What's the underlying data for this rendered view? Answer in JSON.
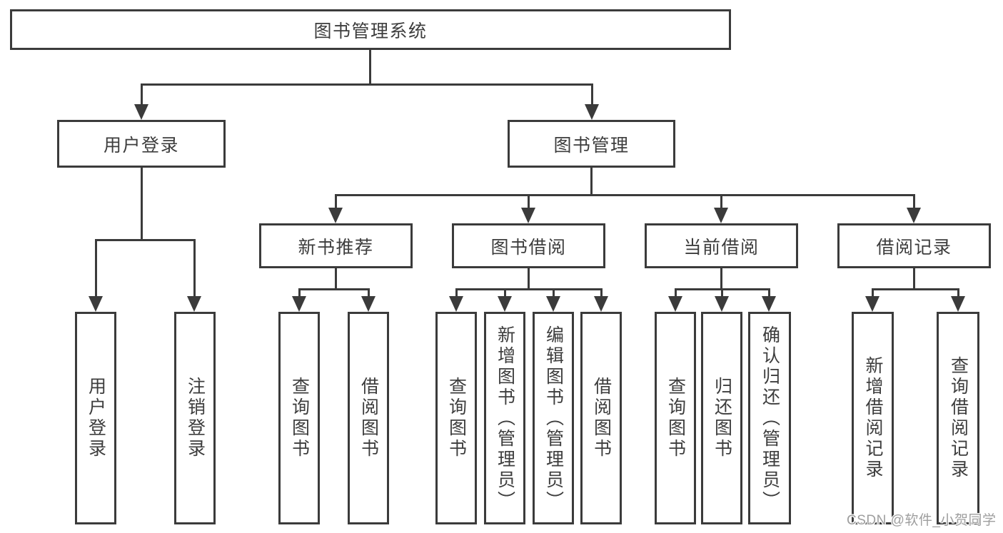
{
  "colors": {
    "line": "#3b3b3b",
    "text": "#3d3d3d",
    "watermark": "#9e9e9e",
    "background": "#ffffff"
  },
  "watermark": "CSDN @软件_小贺同学",
  "tree": {
    "label": "图书管理系统",
    "children": [
      {
        "label": "用户登录",
        "children": [
          {
            "label": "用户登录"
          },
          {
            "label": "注销登录"
          }
        ]
      },
      {
        "label": "图书管理",
        "children": [
          {
            "label": "新书推荐",
            "children": [
              {
                "label": "查询图书"
              },
              {
                "label": "借阅图书"
              }
            ]
          },
          {
            "label": "图书借阅",
            "children": [
              {
                "label": "查询图书"
              },
              {
                "label": "新增图书（管理员）"
              },
              {
                "label": "编辑图书（管理员）"
              },
              {
                "label": "借阅图书"
              }
            ]
          },
          {
            "label": "当前借阅",
            "children": [
              {
                "label": "查询图书"
              },
              {
                "label": "归还图书"
              },
              {
                "label": "确认归还（管理员）"
              }
            ]
          },
          {
            "label": "借阅记录",
            "children": [
              {
                "label": "新增借阅记录"
              },
              {
                "label": "查询借阅记录"
              }
            ]
          }
        ]
      }
    ]
  }
}
